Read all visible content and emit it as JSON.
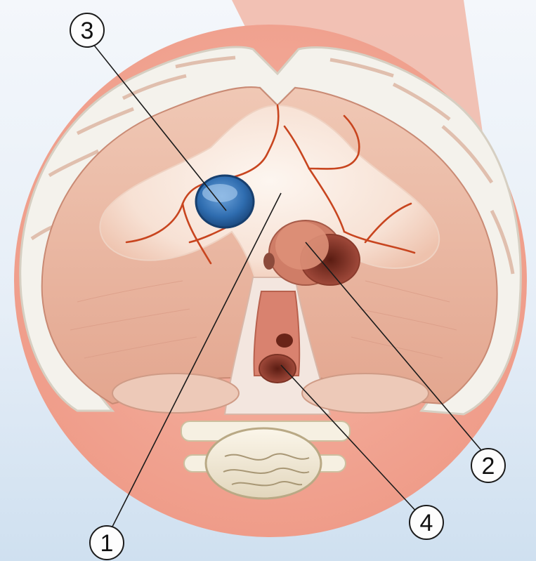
{
  "figure": {
    "colors": {
      "disc": "#f2a898",
      "rib_white": "#f4f2ec",
      "diaphragm": "#e8b6a2",
      "tendon": "#fbf1ea",
      "vessel": "#c8451f",
      "vena_cava": "#3a76b8",
      "esophagus": "#d47866",
      "aorta": "#c46a58"
    },
    "labels": [
      {
        "id": "1",
        "text": "1"
      },
      {
        "id": "2",
        "text": "2"
      },
      {
        "id": "3",
        "text": "3"
      },
      {
        "id": "4",
        "text": "4"
      }
    ]
  }
}
